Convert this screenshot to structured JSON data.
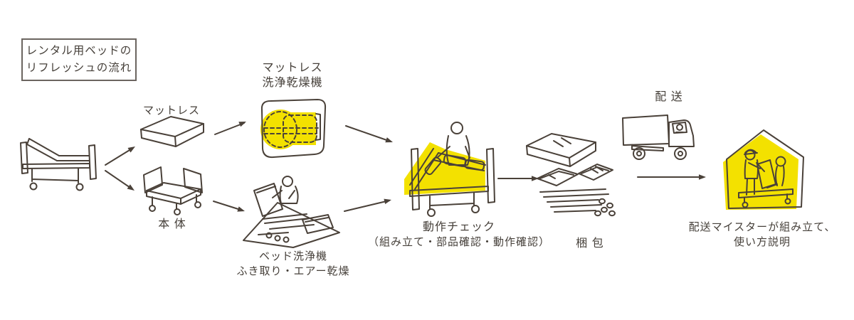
{
  "diagram": {
    "title": {
      "line1": "レンタル用ベッドの",
      "line2": "リフレッシュの流れ"
    },
    "bed_source": {
      "label_mattress": "マットレス",
      "label_body": "本 体"
    },
    "mattress_washer": {
      "line1": "マットレス",
      "line2": "洗浄乾燥機"
    },
    "bed_washer": {
      "line1": "ベッド洗浄機",
      "line2": "ふき取り・エアー乾燥"
    },
    "operation_check": {
      "line1": "動作チェック",
      "line2": "（組み立て・部品確認・動作確認）"
    },
    "packing": {
      "label": "梱 包"
    },
    "delivery": {
      "label": "配 送"
    },
    "home_setup": {
      "line1": "配送マイスターが組み立て、",
      "line2": "使い方説明"
    },
    "colors": {
      "line": "#4a4139",
      "highlight": "#f3e100",
      "text": "#46403a",
      "title_box_border": "#6b6560",
      "background": "#ffffff"
    },
    "icons": {
      "bed": "adjustable-bed-icon",
      "mattress": "mattress-icon",
      "mattress_washer": "mattress-washer-machine-icon",
      "bed_frame": "bed-frame-icon",
      "bed_washing": "bed-washing-worker-icon",
      "operation_check": "operation-check-bed-icon",
      "packing": "packed-bed-parts-icon",
      "truck": "delivery-truck-icon",
      "house": "home-assembly-icon",
      "arrow": "flow-arrow-icon"
    }
  }
}
